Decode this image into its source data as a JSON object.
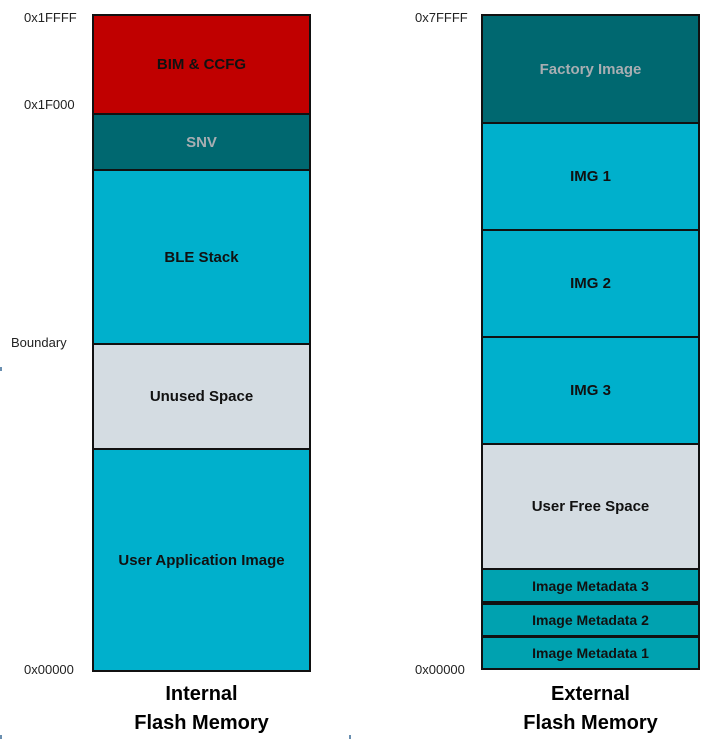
{
  "colors": {
    "red": "#c00000",
    "dark_teal": "#006870",
    "cyan": "#00b0cc",
    "light_gray": "#d4dce2",
    "metadata_teal": "#00a2b0"
  },
  "internal": {
    "caption_line1": "Internal",
    "caption_line2": "Flash Memory",
    "addr_top": "0x1FFFF",
    "addr_f000": "0x1F000",
    "addr_boundary": "Boundary",
    "addr_bottom": "0x00000",
    "blocks": {
      "bim": "BIM & CCFG",
      "snv": "SNV",
      "ble_stack": "BLE Stack",
      "unused": "Unused Space",
      "user_app": "User Application Image"
    }
  },
  "external": {
    "caption_line1": "External",
    "caption_line2": "Flash Memory",
    "addr_top": "0x7FFFF",
    "addr_bottom": "0x00000",
    "blocks": {
      "factory": "Factory Image",
      "img1": "IMG 1",
      "img2": "IMG 2",
      "img3": "IMG 3",
      "free": "User Free Space",
      "meta3": "Image Metadata 3",
      "meta2": "Image Metadata 2",
      "meta1": "Image Metadata 1"
    }
  }
}
